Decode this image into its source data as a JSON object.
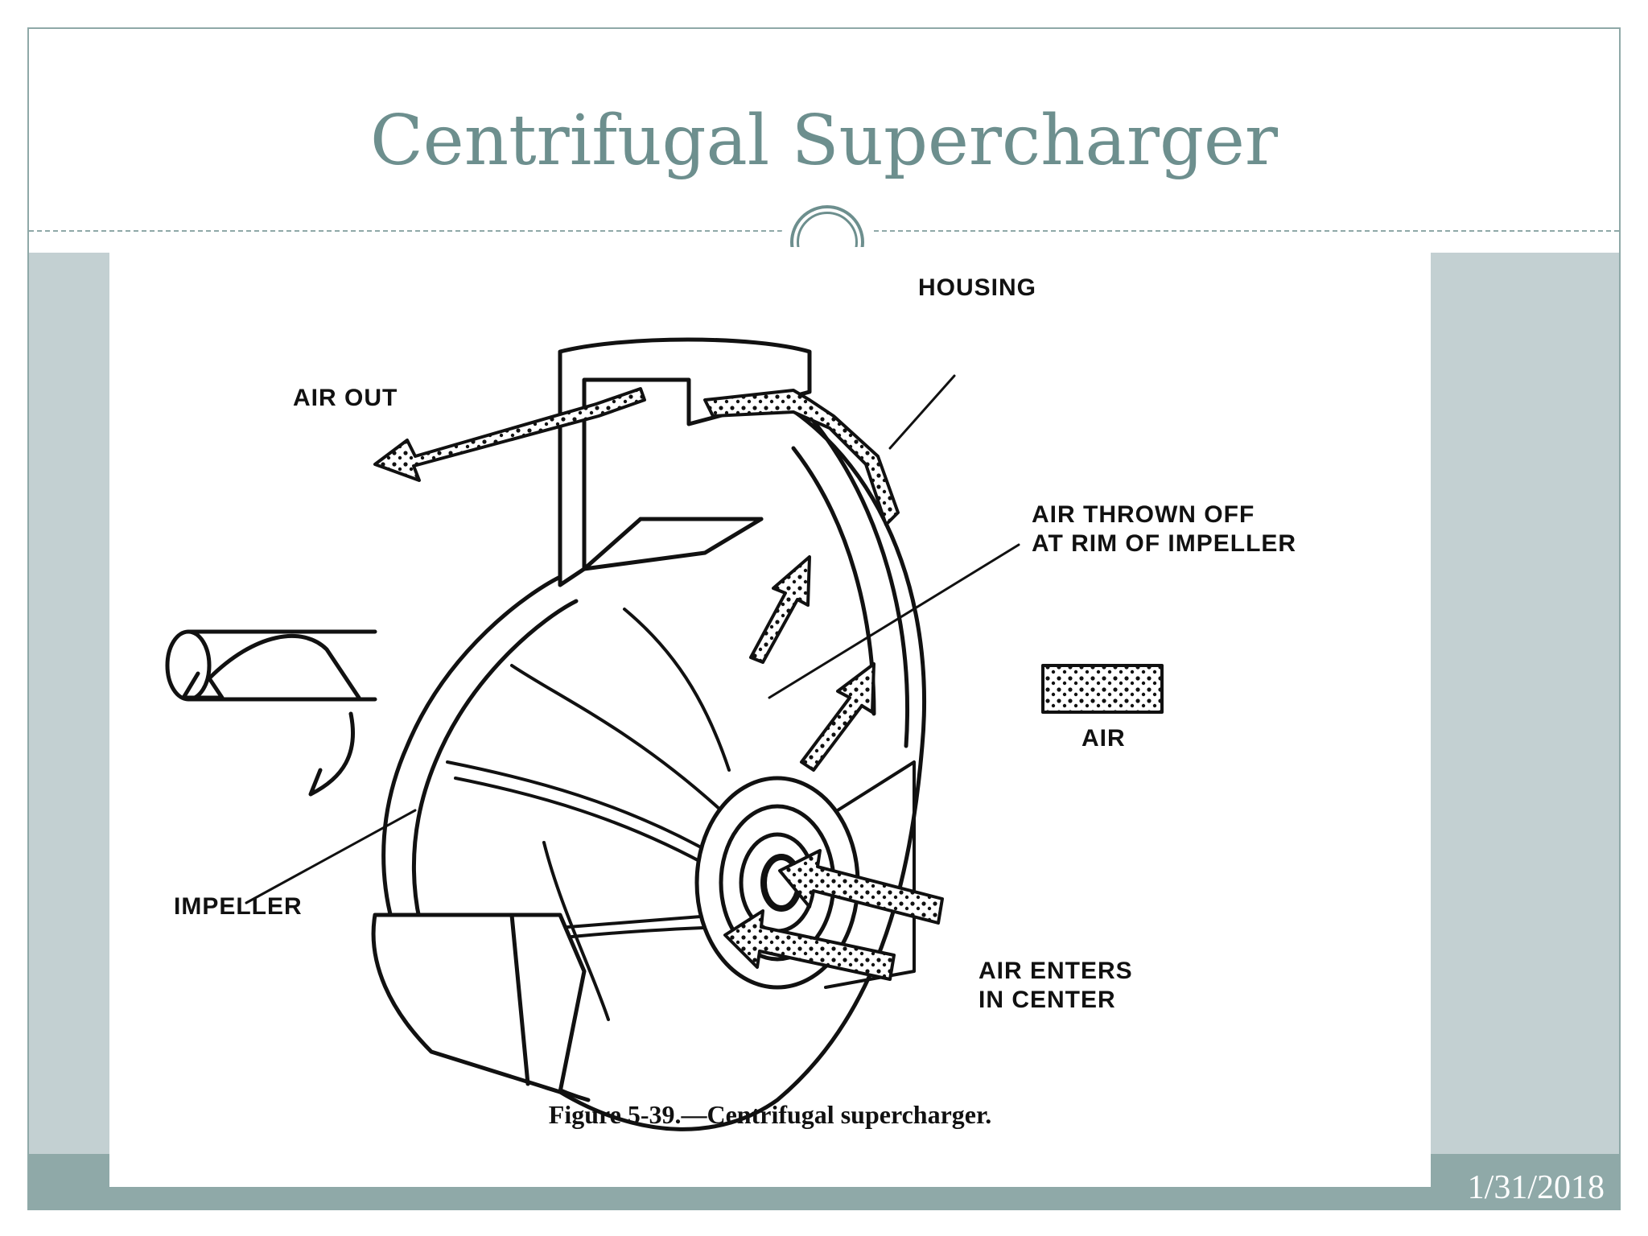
{
  "slide": {
    "title": "Centrifugal Supercharger",
    "date": "1/31/2018"
  },
  "figure": {
    "labels": {
      "housing": "HOUSING",
      "air_out": "AIR OUT",
      "air_thrown_off": "AIR THROWN OFF\nAT RIM OF IMPELLER",
      "air_legend": "AIR",
      "impeller": "IMPELLER",
      "air_enters": "AIR ENTERS\nIN CENTER"
    },
    "caption": "Figure 5-39.—Centrifugal supercharger."
  },
  "colors": {
    "title": "#6d8f8e",
    "band": "#c3d0d2",
    "footer": "#8fa9a8"
  }
}
